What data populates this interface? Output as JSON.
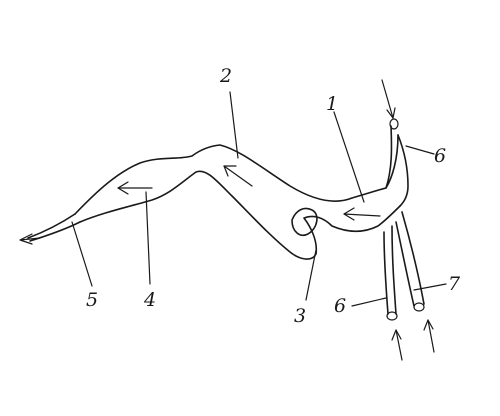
{
  "diagram": {
    "labels": {
      "l1": "1",
      "l2": "2",
      "l3": "3",
      "l4": "4",
      "l5": "5",
      "l6_top": "6",
      "l6_bottom": "6",
      "l7": "7"
    },
    "ink_color": "#1a1a1a",
    "background": "#ffffff"
  }
}
